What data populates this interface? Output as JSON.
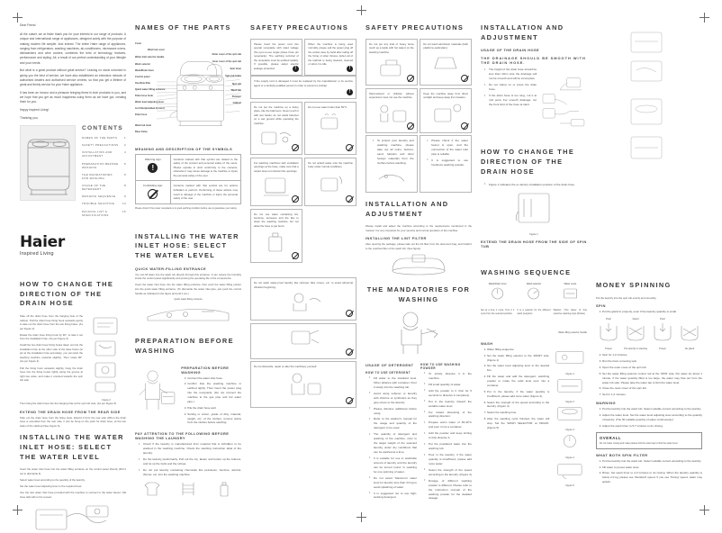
{
  "document": {
    "brand": "Haier",
    "tagline": "Inspired Living",
    "type": "Washing Machine User Manual",
    "page_marks": [
      "crop-mark"
    ]
  },
  "column1": {
    "letter": {
      "salutation": "Dear Friend",
      "para1": "At the outset, we at Haier thank you for your interest in our range of products. A unique and international range of appliances, designed solely with the purpose of making modern life simpler. And indeed. The entire Haier range of appliances, ranging from refrigerators, washing machines, air-conditioners, microwave ovens, dishwashers and wine coolers, combines the best of technology, features, performance and styling. All, a result of our perfect understanding of your lifestyle and your needs.",
      "para2": "But what is a great product without great service? Leaving no stone unturned in giving you the best of service, we have also established an extensive network of authorised dealers and authorised service centres, so that you get a lifetime of great and timely service for your Haier appliance.",
      "para3": "It has been an honour and a pleasure bringing these hi-tech products to you, and we hope that you get as much happiness using them as we have got, creating them for you.",
      "closing1": "Happy Inspired Living!",
      "closing2": "Thanking you,"
    },
    "contents": {
      "title": "CONTENTS",
      "items": [
        {
          "label": "NAMES OF THE PARTS",
          "page": "1"
        },
        {
          "label": "SAFETY PRECAUTIONS",
          "page": "2"
        },
        {
          "label": "INSTALLATION AND ADJUSTMENT",
          "page": "4"
        },
        {
          "label": "PREPARATION BEFORE WASHING",
          "page": "5"
        },
        {
          "label": "THE MANDATORIES FOR WASHING",
          "page": "6"
        },
        {
          "label": "USAGE OF THE DETERGENT",
          "page": "8"
        },
        {
          "label": "WASHING SEQUENCE",
          "page": "9"
        },
        {
          "label": "TROUBLE SHOOTING",
          "page": "13"
        },
        {
          "label": "PACKING LIST & SPECIFICATIONS",
          "page": "15"
        }
      ]
    }
  },
  "column1b": {
    "heading": "HOW TO CHANGE THE DIRECTION OF THE DRAIN HOSE",
    "steps": [
      "Take off the drain hose from the hanging hole of the cabinet. Pull the drain hose fixing hook outwards gently to take out the drain hose from the two fixing holes. (As per Figure 2)",
      "Rotate the drain hose fixing hook by 90°, to take it out from the installation hole. (As per Figure 3)",
      "Install the two drain hose fixing hooks taken out into the installation hole at the other side of the base frame (to pin at the installation hole accurately, you can twist the washing machine onwards slightly). Then rotate 90°. (As per Figure 4)",
      "Pull the fixing hook outwards slightly, hang the drain hose into the fixing hooks tightly along the groove at right two sides, and make it oriented towards the spin tub side.",
      "Then hang the drain hose into the hanging hole at the spin tub side. (As per Figure 5)"
    ],
    "sub_heading": "EXTEND THE DRAIN HOSE FROM THE REAR SIDE",
    "sub_text": "Take out the drain hose from the fixing hook. Extend it from the rear side (When the drain hose is extended from the rear side, it can be hung on the point for drain hose, at the two sides of the cabinet).(See Figure 6).",
    "heading2": "INSTALLING THE WATER INLET HOSE: SELECT THE WATER LEVEL",
    "steps2": [
      "Insert the water inlet hose into the water filling entrance on the control panel directly (Pull it out to dismantle it).",
      "Select water level according to the quantity of the laundry.",
      "Set the water level adjusting lever to the required level.",
      "Use the rare water inlet hose provided with the machine to connect to the water faucet. Old hose tails will not be reused."
    ],
    "figure_labels": [
      "Figure 2",
      "Figure 3",
      "Figure 4",
      "Figure 5",
      "Figure 6"
    ]
  },
  "column2": {
    "heading": "NAMES OF THE PARTS",
    "labels_left": [
      "Cover",
      "Wash tub cover",
      "Water inlet selector handle",
      "Wash selector",
      "Wash/Drain timer",
      "Control panel",
      "Overflow filter",
      "Quick water-filling entrance",
      "Drain hose hook",
      "Water level adjusting lever",
      "Lint filter(installed by user)",
      "Drain hose",
      "Wash tub inner",
      "Base frame"
    ],
    "labels_right": [
      "Outer cover of the spin tub",
      "Inner cover of the spin tub",
      "Spin timer",
      "Spin tub brake",
      "Spin tub",
      "Wash tub",
      "Pulsator",
      "Cabinet"
    ],
    "symbols_heading": "MEANING AND DESCRIPTION OF THE SYMBOLS",
    "symbols": [
      {
        "name": "Warning sign",
        "icon": "exclamation-icon",
        "desc": "Contents marked with that symbol are related to the safety of the product and personal safety of the users. Please operate in strict conformity to the contents, otherwise it may cause damage to the machine or injure the personal safety of the user."
      },
      {
        "name": "Forbidding sign",
        "icon": "forbidden-icon",
        "desc": "Contents marked with that symbol are for actions forbidden to perform. Performing of those actions may result in damage of the machine or injure the personal safety of the user."
      }
    ],
    "footnote": "Please check if the power receptacle is in good earthing condition before use to guarantee your safety."
  },
  "column2b": {
    "heading": "INSTALLING THE WATER INLET HOSE: SELECT THE WATER LEVEL",
    "sub1": "QUICK WATER-FILLING ENTRANCE",
    "text1": "You can fill water into the wash tub directly through this entrance. It can reduce the humidity inside the control panel significantly and prolong the operating life of the components.",
    "text2": "Insert the water inlet hose into the water filling entrance, then push the water filling pointer into the quick water filling entrance. (To dismantle the water inlet pipe, just push the control handle as indicated in the figure and pull it out.)",
    "figure_caption": "Quick water-filling entrance",
    "heading2": "PREPARATION BEFORE WASHING",
    "prep_sub": "PREPARATION BEFORE WASHING",
    "prep_items": [
      "Connect the water inlet hose.",
      "Confirm that the washing machine in earthed rightly. Then insert the power plug into the receptacle. (Do not connect the machine to the gas pipe and hot water pipe.)",
      "Pile the drain hose well.",
      "Sorting or colour, grade of dirty, material, weight, etc. of the clothes; remove stains from the clothes before washing."
    ],
    "attention_heading": "PAY ATTENTION TO THE FOLLOWING BEFORE WASHING THE LAUNDRY",
    "attention_items": [
      "Check if the laundry is manufactured from material that is forbidden to be washed in the washing machine. Check the washing instruction label of the laundry.",
      "Do the laundry preliminarily. Pull out the zip, fasten and button up the buttons, and tie up the belts and the strings.",
      "Do not put laundry containing chemicals like petroleum, benzine, alcohol, thinner, etc. into the washing machine."
    ]
  },
  "column3": {
    "heading": "SAFETY PRECAUTIONS",
    "boxes": [
      {
        "icon": "warning-icon",
        "text": "Please insert the power cord into special receptacle with rated voltage (No pyro-to-use single phase three pin receptacle). The earthing terminal of the receptacle must be earthed reliably. If possible, please adopt electric leakage protection."
      },
      {
        "icon": "warning-icon",
        "text": "When the machine is being used normally, please pull the power plug off the socket case by hand after taking off the fixing of other fixtures (when all of the bathtub is being cleaned, cleaned or when it is idle."
      },
      {
        "icon": "warning-icon",
        "text": "If the supply cord is damaged it must be replaced by the manufacturer or its service agent or a similarly qualified person in order to prevent a mishap.",
        "full": true
      }
    ],
    "forbid_boxes": [
      {
        "icon": "forbidden-icon",
        "text": "Do not put the machine up a damp place, like the bathroom. Never touch it with wet hands; do not stand barefoot on a wet ground while operating the machine."
      },
      {
        "icon": "forbidden-icon",
        "text": "Do not use water hotter than 50°C."
      },
      {
        "icon": "forbidden-icon",
        "text": "For washing machines with ventilation openings at the base, make sure that a carpet does not obstruct the openings."
      },
      {
        "icon": "forbidden-icon",
        "text": "Do not splash water onto the machine body under normal conditions."
      },
      {
        "icon": "forbidden-icon",
        "text": "Do not use water containing hot, benzene, kerosene and the like to clean the washing machine. Do not allow the hose to get burnt."
      },
      {
        "icon": "forbidden-icon",
        "text": "Do not wash water-proof laundry like raincoat, bike covers, etc. to avoid abnormal vibration beginning."
      },
      {
        "icon": "forbidden-icon",
        "text": "Do not dismantle, repair or alter the machinery yourself."
      }
    ]
  },
  "column4": {
    "heading": "SAFETY PRECAUTIONS",
    "boxes": [
      {
        "icon": "forbidden-icon",
        "text": "Do not put any kind of heavy items (such as a kettle with hot water) on the washing machine."
      },
      {
        "icon": "forbidden-icon",
        "text": "Do not wash aluminium materials (bath platforms particulars)."
      },
      {
        "icon": "forbidden-icon",
        "text": "Hand-sluiced or children without supervision must not use the machine."
      },
      {
        "icon": "forbidden-icon",
        "text": "Keep the machine away from direct sunlight and keep away from heaters."
      },
      {
        "icon": "forbidden-icon",
        "text": "To protect your laundry and washing machine, please take out all coins, buttons, sand, hairpins and other foreign materials from the clothes before washing."
      },
      {
        "icon": "forbidden-icon",
        "text": "Please check if the water faucet is open, and the connection of the water inlet pipe is reliable."
      },
      {
        "icon": "forbidden-icon",
        "text": "It is suggested to use hardness washing powder."
      }
    ],
    "heading2": "INSTALLATION AND ADJUSTMENT",
    "intro2": "Please install and adjust the machine according to the requirements mentioned in the manual. It is very important for your security and normal operation of the machine.",
    "sub2": "INSTALLING THE LINT FILTER",
    "text2": "After opening the package, please take out the lint filter from the document bag, and install it to the overflow filter of the wash tub. (See figure)"
  },
  "column4b": {
    "heading": "THE MANDATORIES FOR WASHING",
    "sub1": "USAGE OF DETERGENT",
    "sub1a": "HOW TO USE DETERGENT",
    "usage_items": [
      "Fill water to the standard level. Other pittance with container. Pour it slowly into the washing tub.",
      "Avoid using softener or laundry with chlorine or synthetics as they give stress to the laundry.",
      "Please dissolve additional before using.",
      "Refer to the washer's manual for the usage and quantity of the detergent to be used.",
      "Please dissolve additional before using.",
      "The quantity of detergent and washing of the machine, refer to the target weight of the selected laundry under dry conditions that can be washed at a time.",
      "It is suitable for use in washable amount of laundry and the laundry can be turned round. In washing for one spinning of water.",
      "Do not select 'Maximum' water level for laundry less than 3.0 kg to avoid splashing of water.",
      "It is suggested not to use high-sudsing detergent."
    ],
    "sub2": "HOW TO USE WASHING POWDER",
    "powder_items": [
      "To strictly dissolve it in the machine.",
      "Fill small quantity of water.",
      "Add the powder to it. Run for 5 seconds to dissolve it completely.",
      "Put in the laundry. Detach the suitable water level.",
      "For instant dissolving of the washing direction:",
      "Prepare warm water of 30-40°C and pour it into a container.",
      "Add the powder and keep stirring to fully dissolve it.",
      "Put the powdered water into the washing tub.",
      "Pour in the laundry, if the water quantity is insufficient, please add more water.",
      "Select the strength of the speed according to the laundry. (Figure 4)",
      "Select the washing time.",
      "Dosage of different washing powder is different. Please refer to the instruction manual of the washing powder for the detailed dosage."
    ]
  },
  "column5": {
    "heading": "INSTALLATION AND ADJUSTMENT",
    "sub1": "USAGE OF THE DRAIN HOSE",
    "note1": "THE DRAINAGE SHOULD BE SMOOTH WITH THE DRAIN HOSE.",
    "items": [
      "The height of the drain hose should be less than 10cm else the drainage will not be smooth and will be incomplete.",
      "Do not clamp on or press the drain hose.",
      "If the drain hose is too long, cut it at mid point. For smooth drainage, cut the front limit of the hose at slant."
    ],
    "heading2": "HOW TO CHANGE THE DIRECTION OF THE DRAIN HOSE",
    "items2": [
      "Figure 1 indicates the ex-factory installation position of the drain hose."
    ],
    "sub2": "EXTEND THE DRAIN HOSE FROM THE SIDE OF SPIN TUB",
    "figure_caption": "Figure 1"
  },
  "column5b": {
    "heading": "WASHING SEQUENCE",
    "dial_labels": [
      "Wash/Drain timer",
      "Wash selector",
      "Water Level",
      "Pulsator",
      "Spin timer",
      "Water-filling selector handle",
      "Wash filling style"
    ],
    "dial_descs": [
      "Set at a time 1 cycle. Turn it 1 cycle from the selected position.",
      "It is a selector for the different wash programs.",
      "Washer: (The faster of the) selective washing style (Rotate)",
      "Spin timer: Do not operate it back first. Set the timer first to the in of the timer."
    ],
    "sub1": "WASH",
    "wash_steps": [
      "Water filling sequence",
      "Set the water filling selector to the 'WASH' side. (Figure 1)",
      "Set the water level adjusting lever to the desired line.",
      "Fill the water and add the detergent; switching powder to make the solid level pour into a container.",
      "Add the powder and keep stirring to fully dissolve it.",
      "Put in the laundry; if the water quantity is insufficient, please add more water (Figure 3).",
      "Select the strength of the speed according to the laundry. (Figure 4)",
      "Select the washing time.",
      "Select the strength of the speed according to the laundry. (Figure 5)",
      "After the washing cycle finished, the water will stop. Set the 'WASH SELECTOR' at 'DRAIN'. (Figure 5)"
    ],
    "figure_labels": [
      "Figure 1",
      "Figure 2",
      "Figure 3",
      "Figure 4",
      "Figure 5"
    ]
  },
  "column6": {
    "heading": "MONEY SPINNING",
    "intro": "Put the laundry into the spin tub evenly and smoothly.",
    "sub1": "Spin",
    "items": [
      "Put the gland in properly, even if the laundry quantity is small."
    ],
    "gland_labels": [
      "Push",
      "Gland",
      "Push",
      "Proper",
      "The laundry is slanting",
      "Proper",
      "No gland"
    ],
    "steps": [
      "Spin for 1-2 minutes.",
      "Run the foam removing spin.",
      "Open the outer cover of the spin tub.",
      "Set the water filling selector control rod at the 'SPIN' side. Put water for about 1 minute. If the water quantity filled is too large, the water may flow out from the water tub side. Please take the water tap to limit the water level.",
      "Close the outer cover of the spin tub.",
      "Set for 1-2 minutes."
    ],
    "warn_title": "WARNING",
    "warn_items": [
      "Put the laundry into the wash tub. Select suitable current according to the laundry.",
      "Adjust the water level. Set the water level adjusting lever according to the quantity of laundry. (The 50 suitable quantity of water continuously.)",
      "Adjust the wash timer to 5-7 minutes to do rinsing."
    ],
    "warn2_title": "WHAT BOTH SPIN FILTER",
    "warn2_items": [
      "Put the laundry into the wash tub. Select suitable current according to the laundry.",
      "Fill water to preset water level.",
      "Rinse: Set wash timer to 2-3 minutes to do rinsing. When the laundry quantity is below 2.0 kg, please use 'Standard' speed. If you use 'Strong' speed, water may splash."
    ],
    "overall_label": "OVERALL",
    "notice_text": "Do not make rinsing and make please fold the water tap to limit the water level."
  }
}
